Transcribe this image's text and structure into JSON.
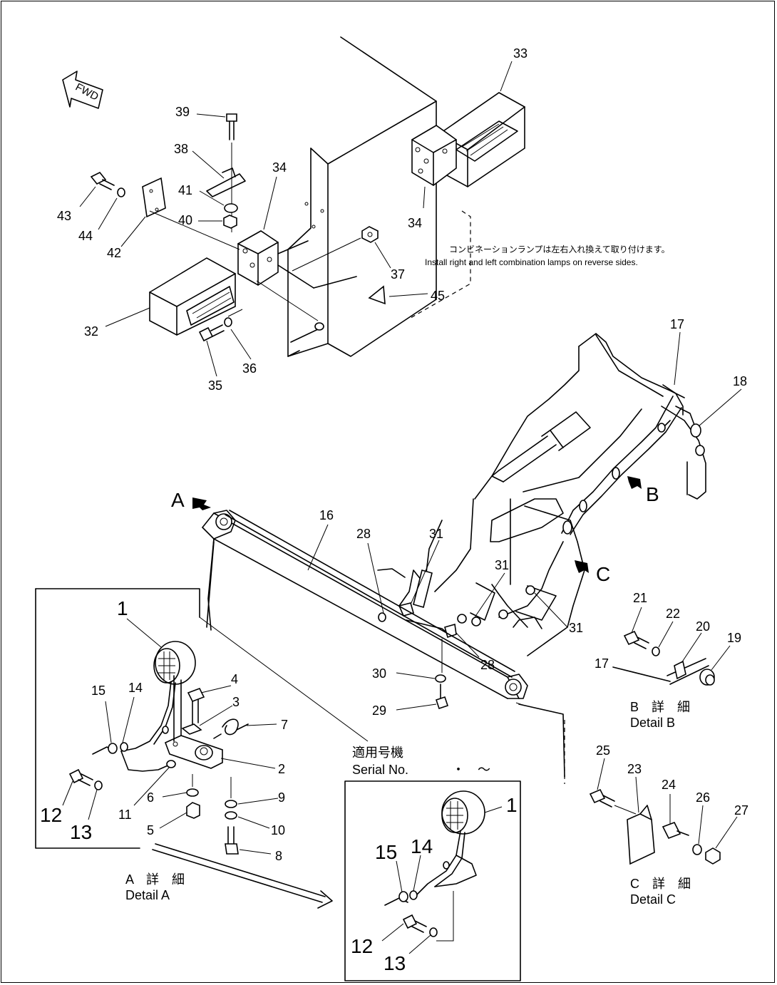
{
  "part_numbers": [
    "1",
    "2",
    "3",
    "4",
    "5",
    "6",
    "7",
    "8",
    "9",
    "10",
    "11",
    "12",
    "13",
    "14",
    "15",
    "16",
    "17",
    "18",
    "19",
    "20",
    "21",
    "22",
    "23",
    "24",
    "25",
    "26",
    "27",
    "28",
    "29",
    "30",
    "31",
    "32",
    "33",
    "34",
    "35",
    "36",
    "37",
    "38",
    "39",
    "40",
    "41",
    "42",
    "43",
    "44",
    "45"
  ],
  "callouts": {
    "p33": "33",
    "p39": "39",
    "p38": "38",
    "p34a": "34",
    "p34b": "34",
    "p41": "41",
    "p43": "43",
    "p44": "44",
    "p40": "40",
    "p42": "42",
    "p37": "37",
    "p45": "45",
    "p32": "32",
    "p36": "36",
    "p35": "35",
    "p17a": "17",
    "p18": "18",
    "p16": "16",
    "p28a": "28",
    "p31a": "31",
    "p31b": "31",
    "p31c": "31",
    "p28b": "28",
    "p30": "30",
    "p29": "29",
    "p1a": "1",
    "p15a": "15",
    "p14a": "14",
    "p4": "4",
    "p3": "3",
    "p7": "7",
    "p2": "2",
    "p12a": "12",
    "p13a": "13",
    "p11": "11",
    "p6": "6",
    "p9": "9",
    "p5": "5",
    "p10": "10",
    "p8": "8",
    "p21": "21",
    "p22": "22",
    "p20": "20",
    "p19": "19",
    "p17b": "17",
    "p25": "25",
    "p23": "23",
    "p24": "24",
    "p26": "26",
    "p27": "27",
    "p1b": "1",
    "p15b": "15",
    "p14b": "14",
    "p12b": "12",
    "p13b": "13"
  },
  "view_markers": {
    "a": "A",
    "b": "B",
    "c": "C"
  },
  "fwd_label": "FWD",
  "note": {
    "jp": "コンビネーションランプは左右入れ換えて取り付けます。",
    "en": "Install right and left combination lamps on reverse sides."
  },
  "serial": {
    "jp": "適用号機",
    "en": "Serial No.",
    "value": "・　～"
  },
  "details": {
    "a": {
      "jp": "A　詳　細",
      "en": "Detail  A"
    },
    "b": {
      "jp": "B　詳　細",
      "en": "Detail  B"
    },
    "c": {
      "jp": "C　詳　細",
      "en": "Detail  C"
    }
  },
  "colors": {
    "ink": "#000000",
    "paper": "#ffffff"
  }
}
